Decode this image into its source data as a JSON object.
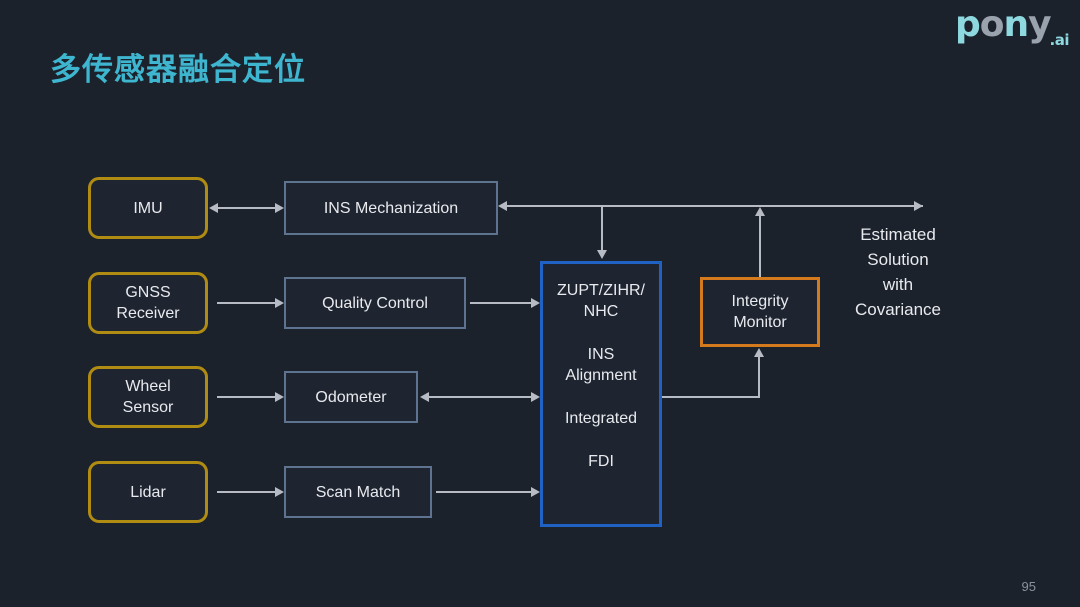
{
  "slide": {
    "title": "多传感器融合定位",
    "page_number": "95",
    "background_color": "#1b222c",
    "title_color": "#3fb6cf"
  },
  "logo": {
    "p": "p",
    "o": "o",
    "n": "n",
    "y": "y",
    "suffix": ".ai",
    "cyan": "#8ed8e0",
    "gray": "#9aa2ad"
  },
  "diagram": {
    "sensors": [
      {
        "label": "IMU"
      },
      {
        "label": "GNSS\nReceiver"
      },
      {
        "label": "Wheel\nSensor"
      },
      {
        "label": "Lidar"
      }
    ],
    "processors": [
      {
        "label": "INS Mechanization"
      },
      {
        "label": "Quality Control"
      },
      {
        "label": "Odometer"
      },
      {
        "label": "Scan Match"
      }
    ],
    "center_box": {
      "lines": [
        "ZUPT/ZIHR/\nNHC",
        "INS\nAlignment",
        "Integrated",
        "FDI"
      ],
      "border_color": "#1f62c4"
    },
    "monitor": {
      "label": "Integrity\nMonitor",
      "border_color": "#d4791c"
    },
    "output": {
      "label": "Estimated\nSolution\nwith\nCovariance"
    },
    "colors": {
      "sensor_border": "#b08c13",
      "processor_border": "#5d738f",
      "connector": "#b7bcc4"
    }
  }
}
